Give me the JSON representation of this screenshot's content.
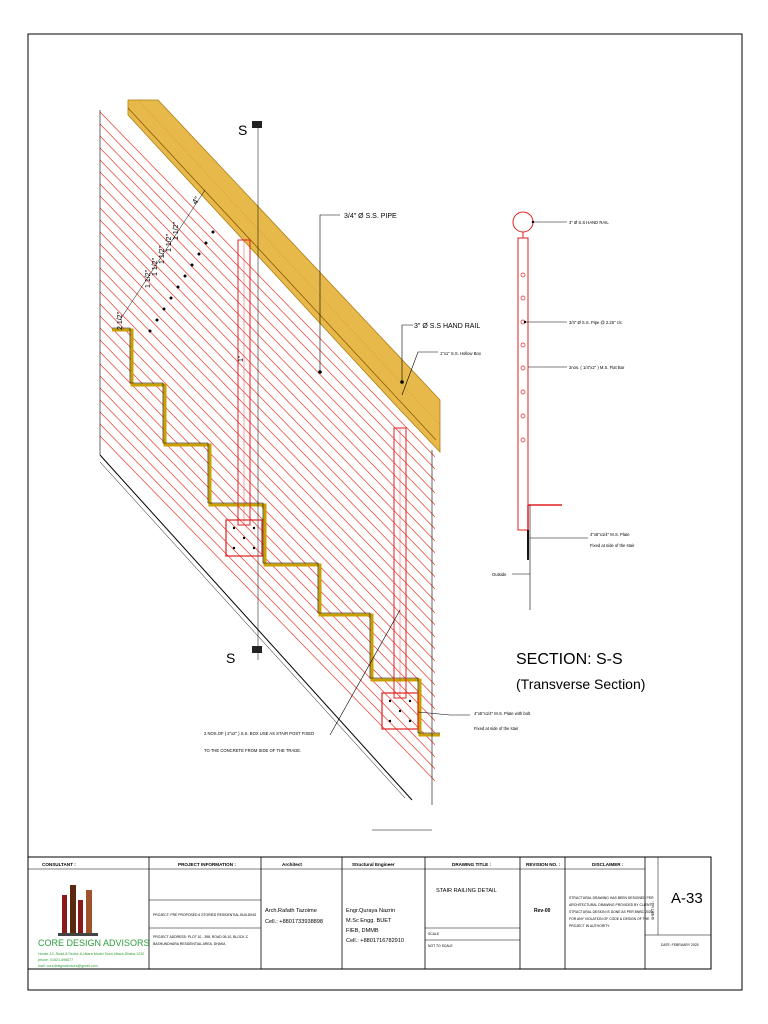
{
  "section_marks": {
    "top": "S",
    "bottom": "S"
  },
  "section_title": {
    "title": "SECTION: S-S",
    "subtitle": "(Transverse Section)"
  },
  "callouts": {
    "ss_pipe": "3/4\" Ø S.S. PIPE",
    "hand_rail": "3\" Ø S.S HAND RAIL",
    "hollow_box": "1\"x1\" S.S. Hollow Box",
    "post_note_line1": "2 NOS.OF ( 2\"x2\" ) S.S. BOX USE AS STAIR POST FIXED",
    "post_note_line2": "TO THE CONCRETE FROM SIDE OF THE TRADE.",
    "base_plate_line1": "4\"x5\"x1/4\" M.S. Plate with bolt",
    "base_plate_line2": "Fixed at side of the stair"
  },
  "dimensions": {
    "top_spacing": "4\"",
    "pitch": "1 1/2\"",
    "side": "2 1/2\"",
    "post_gap": "1\""
  },
  "section_callouts": {
    "hand_rail": "3\" Ø S.S HAND RAIL",
    "pipe": "3/4\" Ø S.S. Pipe @ 2.25\" c/c",
    "flat_bar": "2nos. ( 1/4\"x2\" ) M.S. Flat Bar",
    "plate_line1": "4\"x6\"x1/4\" M.S. Plate",
    "plate_line2": "Fixed at side of the stair",
    "outside": "Outside"
  },
  "title_block": {
    "consultant_header": "CONSULTANT :",
    "firm_name": "CORE DESIGN ADVISORS",
    "firm_address": "House-13, Road-8,Sector-6,Uttara Model Town,Uttara,Dhaka-1230",
    "firm_phone": "phone: 01521-495677",
    "firm_email": "mail: coredesignadvisors@gmail.com",
    "project_header": "PROJECT INFORMATION :",
    "project_line1": "PROJECT: PRE PROPOSED 6 STORIED RESIDENTIAL BUILDING",
    "project_line2": "PROJECT ADDRESS: PLOT 10 - 398, ROAD 05-10, BLOCK-C",
    "project_line3": "BASHUNDHARA RESIDENTIAL AREA, DHAKA",
    "architect_header": "Architect",
    "architect_name": "Arch.Rafath Tazoime",
    "architect_cell": "Cell.: +8801733938898",
    "engineer_header": "Structural Engineer",
    "engineer_name": "Engr.Quraya Nazrin",
    "engineer_degree": "M.Sc Engg. BUET",
    "engineer_membership": "FIEB, DMMB",
    "engineer_cell": "Cell.: +8801716782910",
    "drawing_header": "DRAWING TITLE :",
    "drawing_title": "STAIR RAILING DETAIL",
    "scale_label": "SCALE",
    "scale_value": "NOT TO SCALE",
    "revision_header": "REVISION NO. :",
    "revision_value": "Rev-00",
    "disclaimer_header": "DISCLAIMER :",
    "disclaimer_line1": "STRUCTURAL DRAWING HAS BEEN DESIGNED PER",
    "disclaimer_line2": "ARCHITECTURAL DRAWING PROVIDED BY CLIENT.",
    "disclaimer_line3": "STRUCTURAL DESIGN IS DONE AS PER BNBC 2020",
    "disclaimer_line4": "FOR ANY VIOLATION OF CODE & DESIGN OF THE",
    "disclaimer_line5": "PROJECT IN AUTHORITY.",
    "sheet_no_label": "SHEET NO :",
    "sheet_no": "A-33",
    "date": "DATE: FEBRUARY 2025"
  }
}
